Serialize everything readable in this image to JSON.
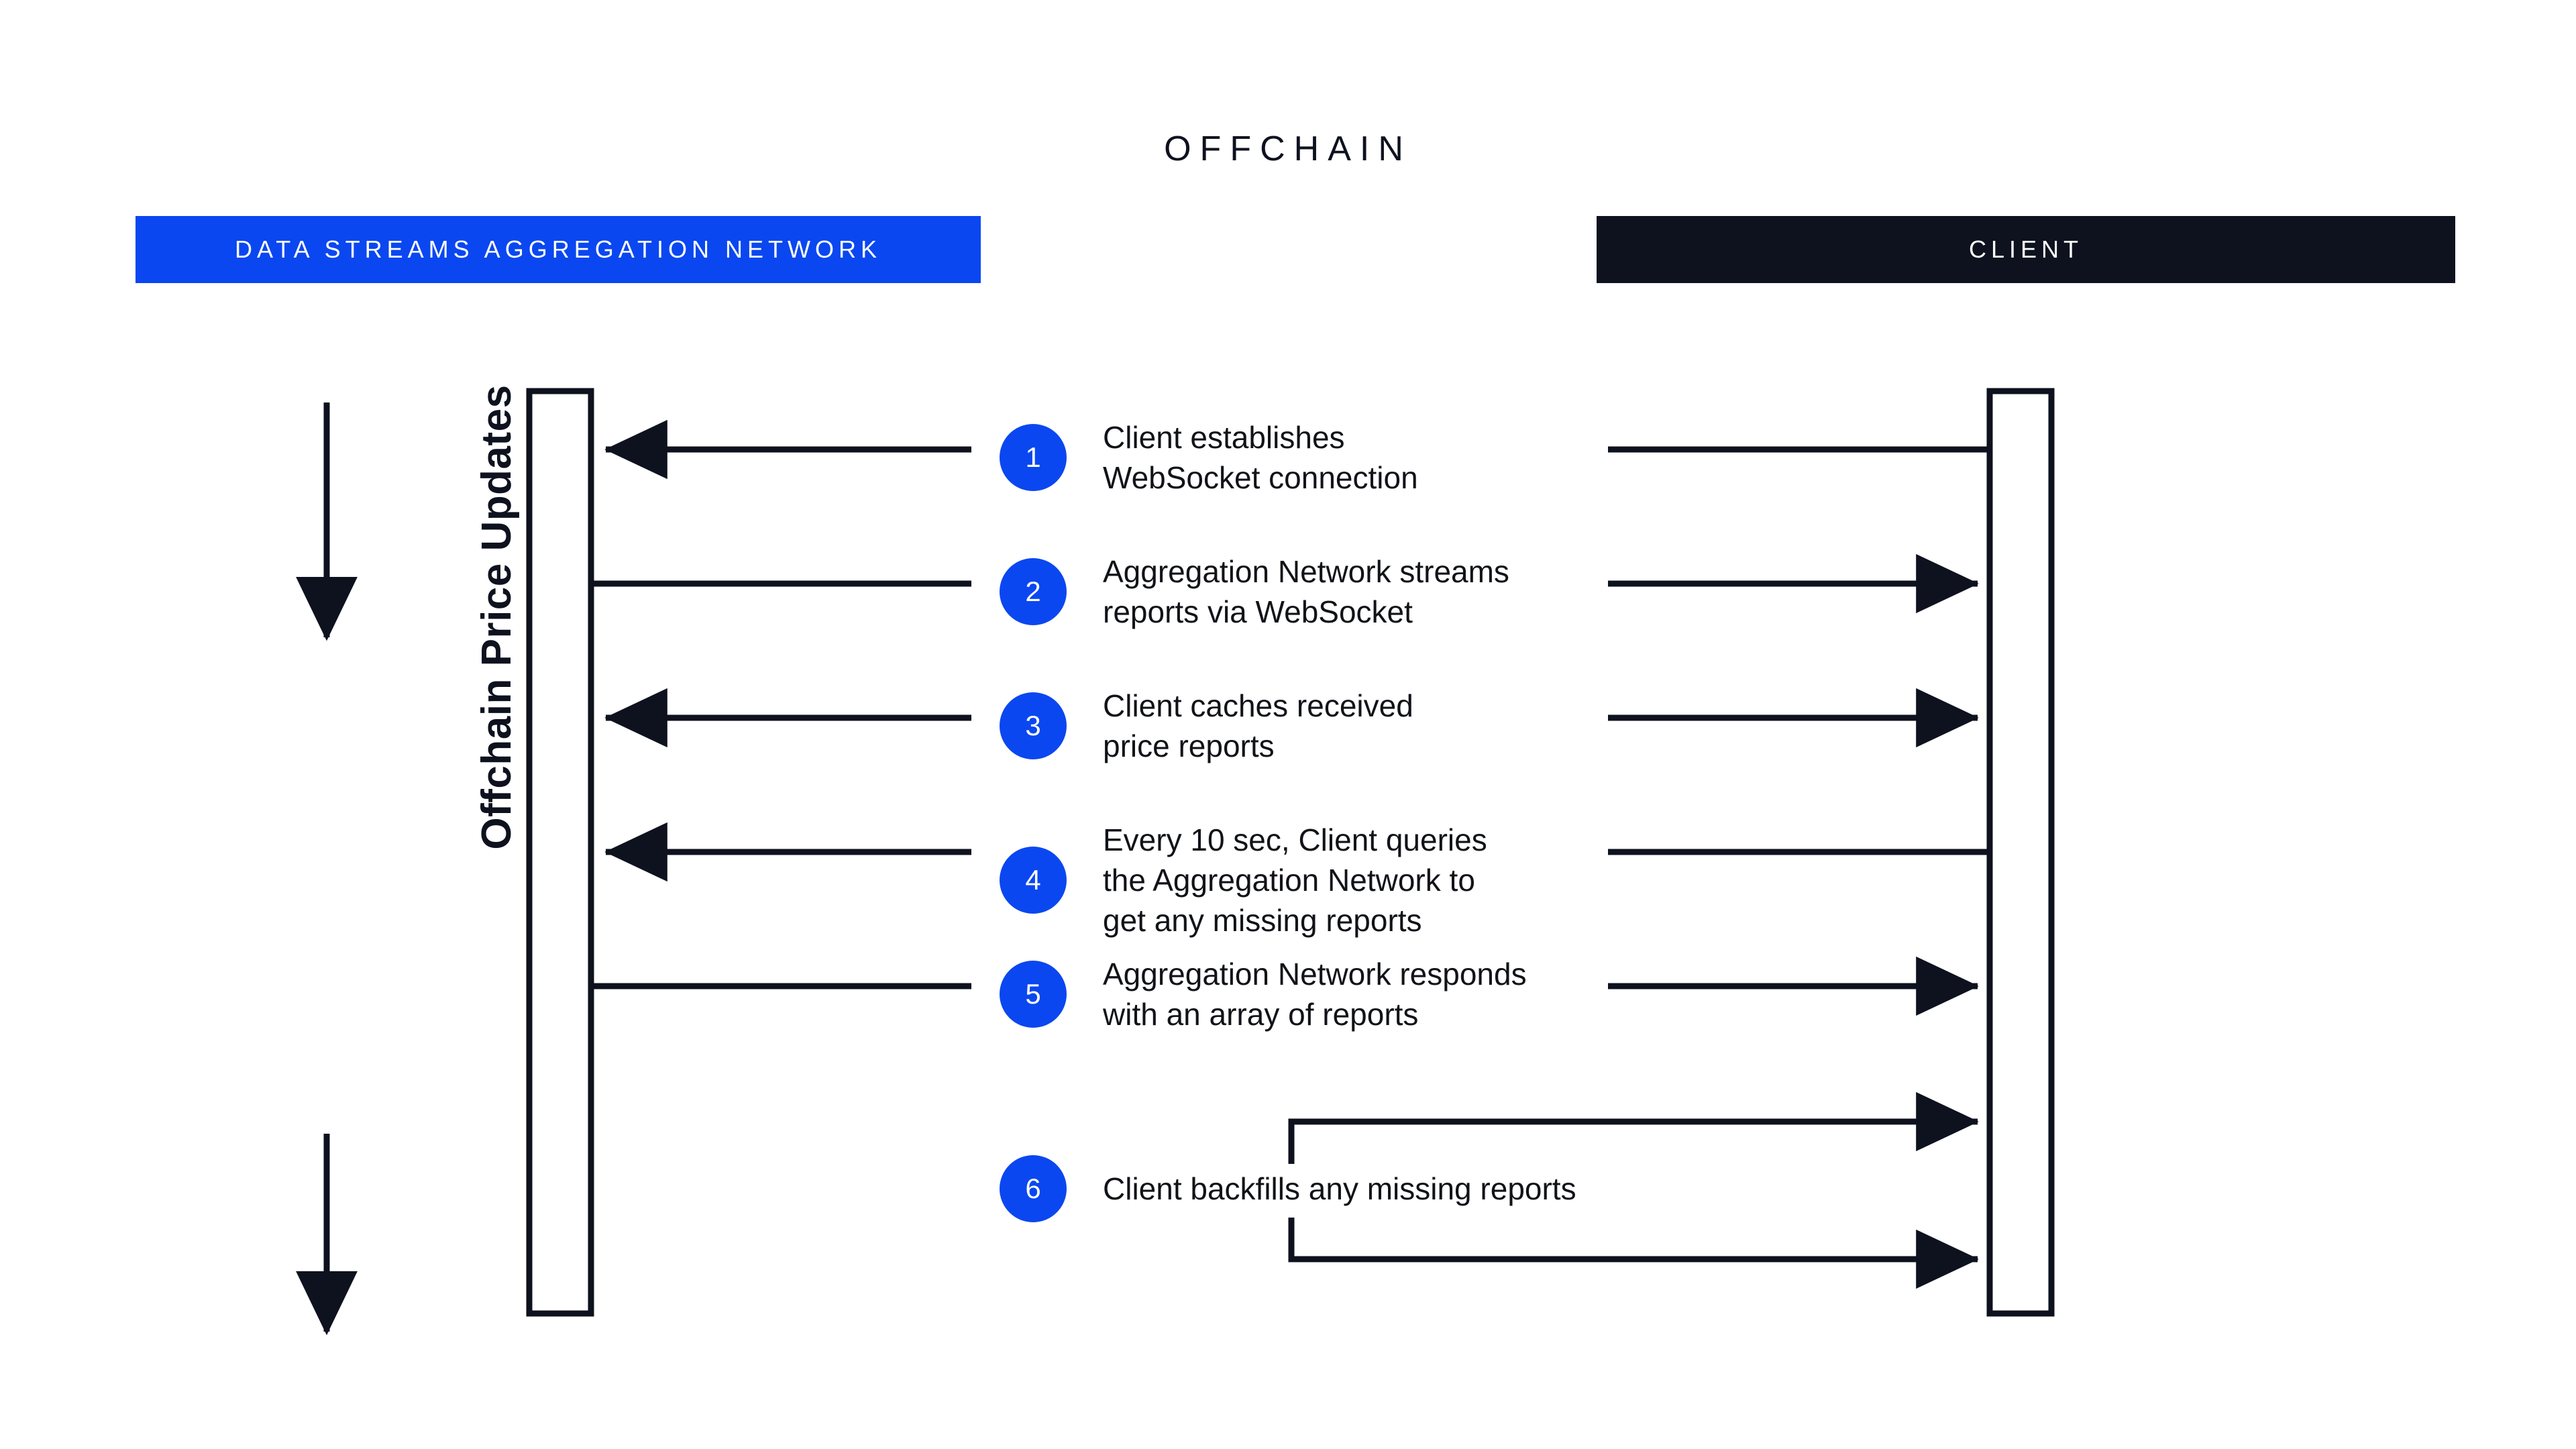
{
  "title": "OFFCHAIN",
  "colors": {
    "accent_blue": "#0B47F0",
    "dark_navy": "#0E121E",
    "text": "#111318",
    "background": "#FFFFFF"
  },
  "participants": [
    {
      "id": "aggregation-network",
      "label": "DATA STREAMS AGGREGATION NETWORK",
      "bar_color": "#0B47F0",
      "text_color": "#FFFFFF"
    },
    {
      "id": "client",
      "label": "CLIENT",
      "bar_color": "#0E121E",
      "text_color": "#FFFFFF"
    }
  ],
  "axis": {
    "label": "Offchain Price Updates",
    "arrow": "double-headed-vertical"
  },
  "steps": [
    {
      "number": "1",
      "text": "Client establishes\nWebSocket connection",
      "direction": "client-to-network",
      "left_arrowhead": true,
      "right_arrowhead": false
    },
    {
      "number": "2",
      "text": "Aggregation Network streams\nreports via WebSocket",
      "direction": "network-to-client",
      "left_arrowhead": false,
      "right_arrowhead": true
    },
    {
      "number": "3",
      "text": "Client caches received\nprice reports",
      "direction": "client-to-network",
      "left_arrowhead": true,
      "right_arrowhead": true
    },
    {
      "number": "4",
      "text": "Every 10 sec, Client queries\nthe Aggregation Network to\nget any missing reports",
      "direction": "client-to-network",
      "left_arrowhead": true,
      "right_arrowhead": false
    },
    {
      "number": "5",
      "text": "Aggregation Network responds\nwith an array of reports",
      "direction": "network-to-client",
      "left_arrowhead": false,
      "right_arrowhead": true
    },
    {
      "number": "6",
      "text": "Client backfills any missing reports",
      "direction": "client-self-loop",
      "left_arrowhead": false,
      "right_arrowhead": true
    }
  ]
}
